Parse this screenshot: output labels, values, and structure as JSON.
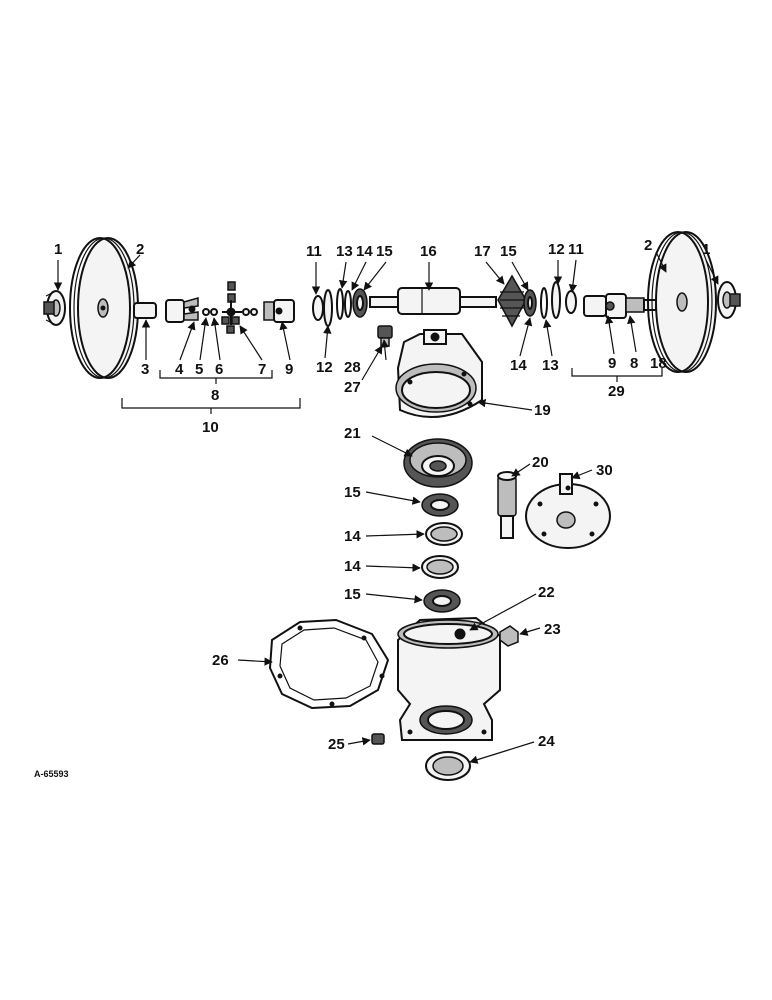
{
  "diagram": {
    "reference_code": "A-65593",
    "labels": {
      "l1a": "1",
      "l2a": "2",
      "l3": "3",
      "l4": "4",
      "l5": "5",
      "l6": "6",
      "l7": "7",
      "l8a": "8",
      "l9a": "9",
      "l10": "10",
      "l11a": "11",
      "l12a": "12",
      "l13a": "13",
      "l14a": "14",
      "l15a": "15",
      "l16": "16",
      "l17": "17",
      "l15b": "15",
      "l12b": "12",
      "l11b": "11",
      "l2b": "2",
      "l1b": "1",
      "l14b": "14",
      "l13b": "13",
      "l9b": "9",
      "l8b": "8",
      "l18": "18",
      "l29": "29",
      "l28": "28",
      "l27": "27",
      "l19": "19",
      "l21": "21",
      "l20": "20",
      "l30": "30",
      "l15c": "15",
      "l14c": "14",
      "l14d": "14",
      "l15d": "15",
      "l22": "22",
      "l23": "23",
      "l26": "26",
      "l24": "24",
      "l25": "25"
    }
  }
}
